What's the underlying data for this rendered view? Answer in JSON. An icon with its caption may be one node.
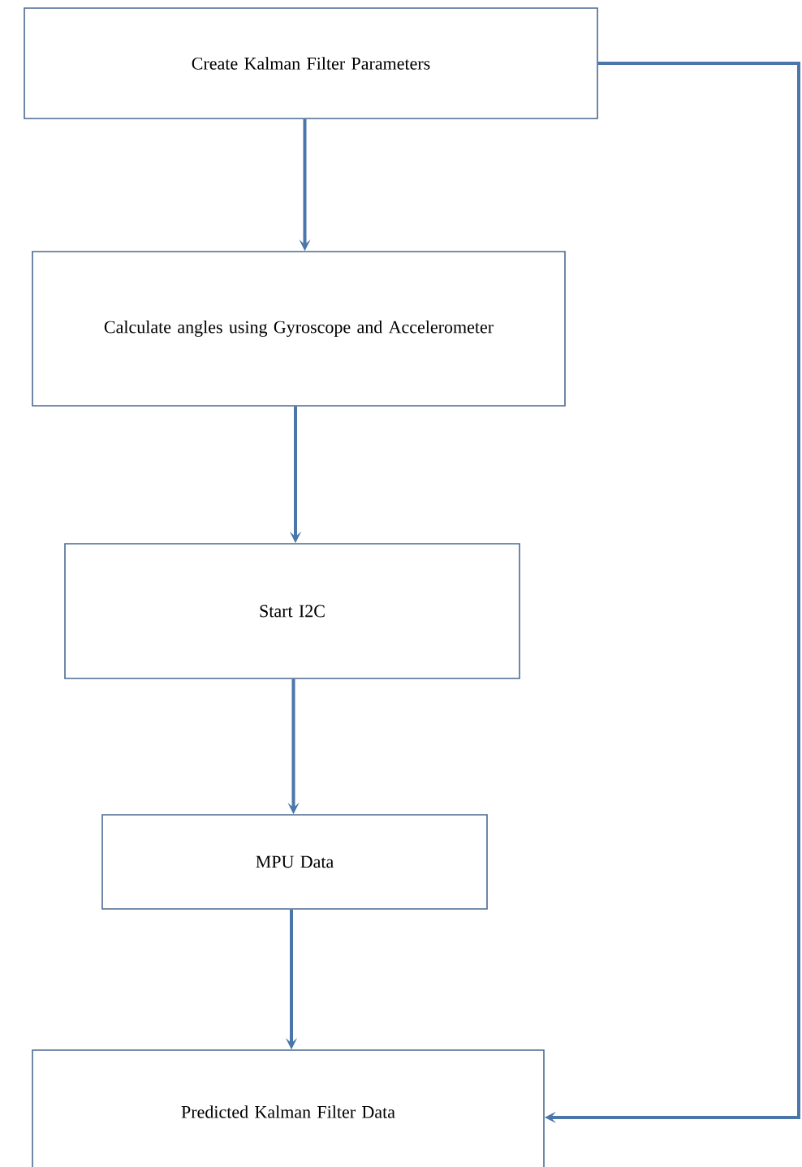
{
  "diagram": {
    "nodes": [
      {
        "text": [
          "Create Kalman Filter Parameters"
        ]
      },
      {
        "text": [
          "Calculate angles using Gyroscope and Accelerometer"
        ]
      },
      {
        "text": [
          "Start I2C"
        ]
      },
      {
        "text": [
          "MPU Data"
        ]
      },
      {
        "text": [
          "Predicted Kalman Filter Data"
        ]
      }
    ],
    "edges": [
      {
        "from": 0,
        "to": 1,
        "arrow": "to"
      },
      {
        "from": 1,
        "to": 2,
        "arrow": "to"
      },
      {
        "from": 2,
        "to": 3,
        "arrow": "to"
      },
      {
        "from": 3,
        "to": 4,
        "arrow": "to"
      },
      {
        "from": 0,
        "to": 4,
        "arrow": "to"
      }
    ]
  }
}
